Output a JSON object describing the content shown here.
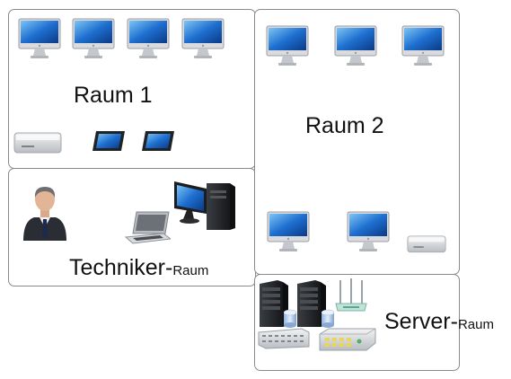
{
  "rooms": {
    "raum1": {
      "label": "Raum 1"
    },
    "raum2": {
      "label": "Raum 2"
    },
    "techniker": {
      "label_big": "Techniker-",
      "label_small": "Raum"
    },
    "server": {
      "label_big": "Server-",
      "label_small": "Raum"
    }
  },
  "icons": {
    "monitor": "imac-monitor-icon",
    "mini": "mac-mini-icon",
    "tablet": "tablet-icon",
    "person": "technician-person-icon",
    "laptop": "laptop-icon",
    "pc": "desktop-pc-icon",
    "rack": "server-rack-icon",
    "db": "database-icon",
    "router": "wifi-router-icon",
    "nas": "storage-array-icon",
    "switch": "network-switch-icon"
  },
  "colors": {
    "border": "#8a8a8a",
    "screen": "#1e6fd0",
    "silver": "#cfd2d6"
  }
}
